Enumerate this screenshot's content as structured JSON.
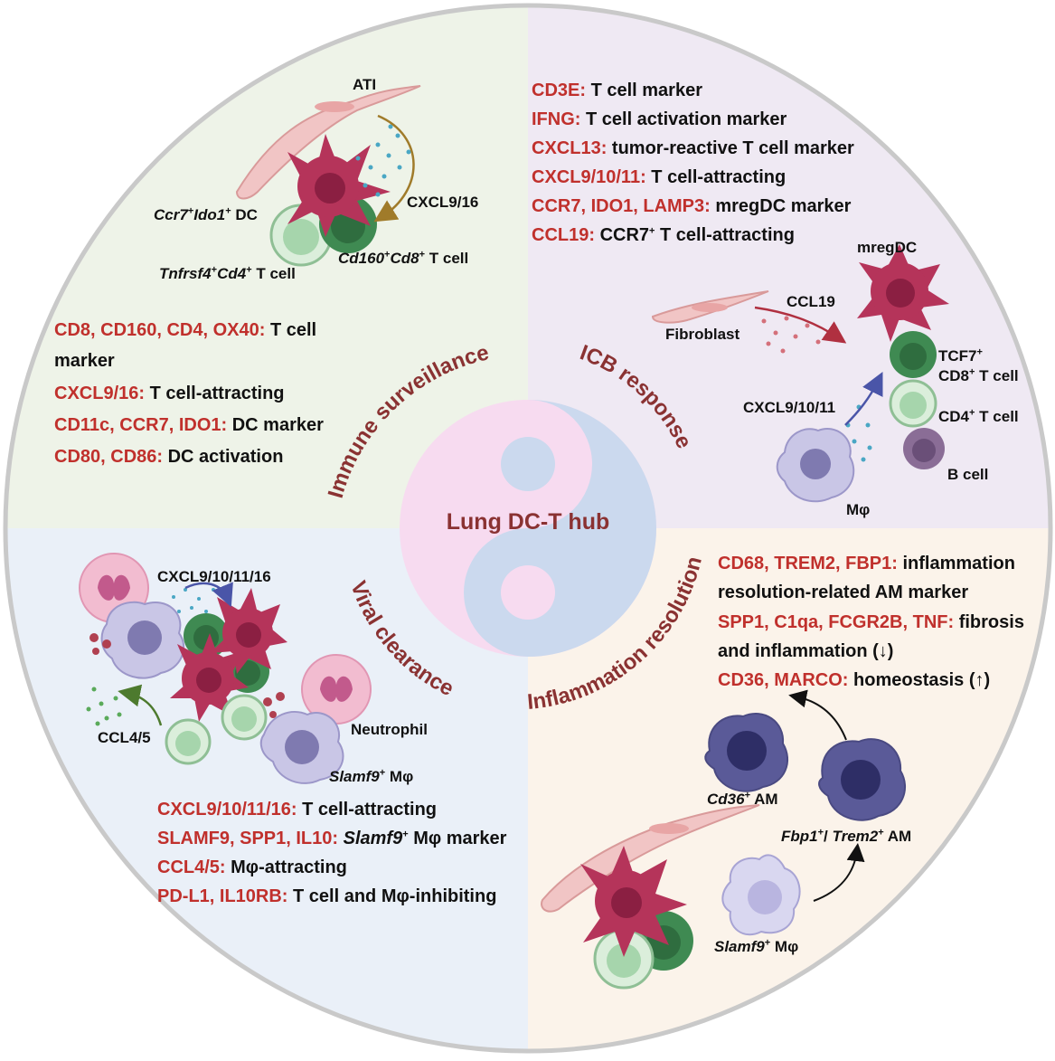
{
  "hub_title": "Lung DC-T hub",
  "quadrants": {
    "immune_surveillance": {
      "title": "Immune surveillance",
      "cells": {
        "ati": "ATI",
        "dc": {
          "italic": "Ccr7",
          "sup1": "+",
          "italic2": "Ido1",
          "sup2": "+",
          "rest": " DC"
        },
        "cd4_t": {
          "italic": "Tnfrsf4",
          "sup1": "+",
          "italic2": "Cd4",
          "sup2": "+",
          "rest": " T cell"
        },
        "cd8_t": {
          "italic": "Cd160",
          "sup1": "+",
          "italic2": "Cd8",
          "sup2": "+",
          "rest": " T cell"
        },
        "chemokine": "CXCL9/16"
      },
      "markers": [
        {
          "genes": "CD8, CD160, CD4, OX40:",
          "desc": " T cell"
        },
        {
          "genes": "",
          "desc": "marker"
        },
        {
          "genes": "CXCL9/16:",
          "desc": " T cell-attracting"
        },
        {
          "genes": "CD11c, CCR7, IDO1:",
          "desc": " DC marker"
        },
        {
          "genes": "CD80, CD86:",
          "desc": " DC activation"
        }
      ]
    },
    "icb_response": {
      "title": "ICB response",
      "markers": [
        {
          "genes": "CD3E:",
          "desc": " T cell marker"
        },
        {
          "genes": "IFNG:",
          "desc": " T cell activation marker"
        },
        {
          "genes": "CXCL13:",
          "desc": " tumor-reactive T cell marker"
        },
        {
          "genes": "CXCL9/10/11:",
          "desc": " T cell-attracting"
        },
        {
          "genes": "CCR7, IDO1, LAMP3:",
          "desc": " mregDC marker"
        },
        {
          "genes": "CCL19:",
          "desc": " CCR7",
          "sup": "+",
          "desc2": " T cell-attracting"
        }
      ],
      "cells": {
        "mregdc": "mregDC",
        "fibroblast": "Fibroblast",
        "ccl19": "CCL19",
        "tcf7_a": "TCF7",
        "tcf7_sup": "+",
        "tcf7_b": "CD8",
        "tcf7_b_sup": "+",
        "tcf7_b_rest": " T cell",
        "cxcl": "CXCL9/10/11",
        "cd4": "CD4",
        "cd4_sup": "+",
        "cd4_rest": " T cell",
        "bcell": "B cell",
        "mphi": "Mφ"
      }
    },
    "viral_clearance": {
      "title": "Viral clearance",
      "cells": {
        "cxcl": "CXCL9/10/11/16",
        "ccl": "CCL4/5",
        "neutrophil": "Neutrophil",
        "slamf9": {
          "italic": "Slamf9",
          "sup": "+",
          "rest": " Mφ"
        }
      },
      "markers": [
        {
          "genes": "CXCL9/10/11/16:",
          "desc": " T cell-attracting"
        },
        {
          "genes": "SLAMF9, SPP1, IL10:",
          "desc_italic": " Slamf9",
          "sup": "+",
          "desc": " Mφ marker"
        },
        {
          "genes": "CCL4/5:",
          "desc": " Mφ-attracting"
        },
        {
          "genes": "PD-L1, IL10RB:",
          "desc": " T cell and Mφ-inhibiting"
        }
      ]
    },
    "inflammation_resolution": {
      "title": "Inflammation resolution",
      "markers": [
        {
          "genes": "CD68, TREM2, FBP1:",
          "desc": " inflammation"
        },
        {
          "genes": "",
          "desc": "resolution-related AM marker"
        },
        {
          "genes": "SPP1, C1qa, FCGR2B, TNF:",
          "desc": " fibrosis"
        },
        {
          "genes": "",
          "desc": "and inflammation (↓)"
        },
        {
          "genes": "CD36, MARCO:",
          "desc": " homeostasis (↑)"
        }
      ],
      "cells": {
        "cd36": {
          "italic": "Cd36",
          "sup": "+",
          "rest": " AM"
        },
        "fbp1": {
          "italic": "Fbp1",
          "sup": "+",
          "mid": "/ ",
          "italic2": "Trem2",
          "sup2": "+",
          "rest": " AM"
        },
        "slamf9": {
          "italic": "Slamf9",
          "sup": "+",
          "rest": " Mφ"
        }
      }
    }
  },
  "colors": {
    "gene_red": "#c0302c",
    "title_brown": "#8a3232",
    "q_tl": "#eef3e8",
    "q_tr": "#efe9f3",
    "q_bl": "#eaf0f8",
    "q_br": "#fbf3ea",
    "dc": "#b5345a",
    "t_dark": "#3f8a52",
    "t_light": "#9fd0a8",
    "macrophage": "#c9c6e6",
    "am": "#5a5a98",
    "bcell": "#8a6d96",
    "neutrophil": "#f2bcd0"
  },
  "icons": [
    "dendritic-cell-icon",
    "t-cell-icon",
    "macrophage-icon",
    "fibroblast-icon",
    "neutrophil-icon",
    "b-cell-icon",
    "yin-yang-icon"
  ]
}
